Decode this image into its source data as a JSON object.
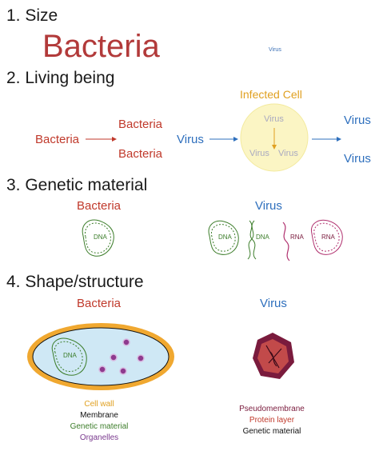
{
  "sections": {
    "size": {
      "heading": "1. Size",
      "bacteria_label": "Bacteria",
      "virus_label": "Virus"
    },
    "living": {
      "heading": "2. Living being",
      "bacteria_source": "Bacteria",
      "bacteria_out_1": "Bacteria",
      "bacteria_out_2": "Bacteria",
      "virus_source": "Virus",
      "infected_cell_title": "Infected Cell",
      "cell_virus_top": "Virus",
      "cell_virus_left": "Virus",
      "cell_virus_right": "Virus",
      "virus_out_1": "Virus",
      "virus_out_2": "Virus"
    },
    "genetic": {
      "heading": "3. Genetic material",
      "bacteria_title": "Bacteria",
      "virus_title": "Virus",
      "bacteria_dna": "DNA",
      "virus_dna_circle": "DNA",
      "virus_dna_linear": "DNA",
      "virus_rna_linear": "RNA",
      "virus_rna_circle": "RNA"
    },
    "shape": {
      "heading": "4. Shape/structure",
      "bacteria_title": "Bacteria",
      "virus_title": "Virus",
      "cell_dna": "DNA",
      "bacteria_legend": [
        "Cell wall",
        "Membrane",
        "Genetic material",
        "Organelles"
      ],
      "virus_legend": [
        "Pseudomembrane",
        "Protein layer",
        "Genetic material"
      ]
    }
  },
  "colors": {
    "bacteria_text": "#b23a3a",
    "virus_text": "#3a6fb5",
    "cell_wall": "#f0a830",
    "membrane_fill": "#cfe8f5",
    "dna_green": "#3c7d2a",
    "rna_magenta": "#b0306e",
    "infected_cell_fill": "#fbf5c4",
    "virus_capsid": "#7a1b3d"
  }
}
